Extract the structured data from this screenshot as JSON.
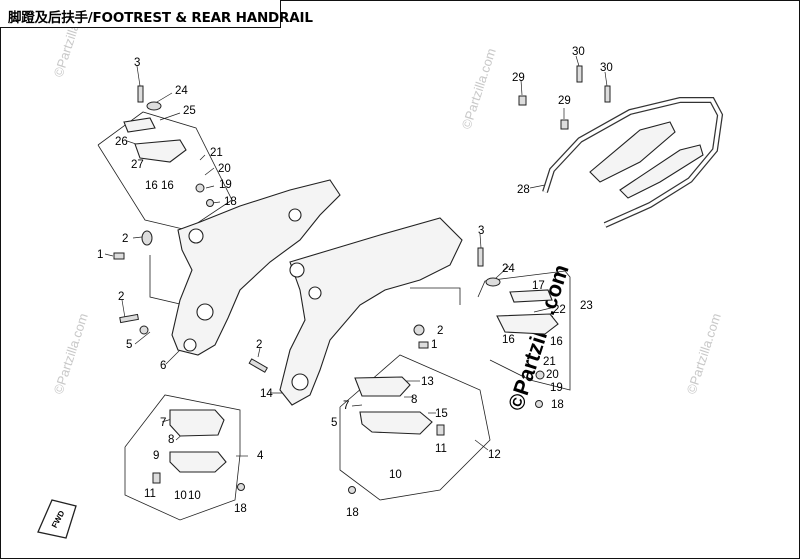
{
  "title": "脚蹬及后扶手/FOOTREST & REAR HANDRAIL",
  "watermark": "©Partzilla.com",
  "fwd_label": "FWD",
  "callouts": [
    {
      "id": "c-3a",
      "label": "3"
    },
    {
      "id": "c-24a",
      "label": "24"
    },
    {
      "id": "c-25",
      "label": "25"
    },
    {
      "id": "c-26",
      "label": "26"
    },
    {
      "id": "c-21a",
      "label": "21"
    },
    {
      "id": "c-20a",
      "label": "20"
    },
    {
      "id": "c-27",
      "label": "27"
    },
    {
      "id": "c-16a",
      "label": "16"
    },
    {
      "id": "c-16b",
      "label": "16"
    },
    {
      "id": "c-19a",
      "label": "19"
    },
    {
      "id": "c-18a",
      "label": "18"
    },
    {
      "id": "c-2a",
      "label": "2"
    },
    {
      "id": "c-1a",
      "label": "1"
    },
    {
      "id": "c-2b",
      "label": "2"
    },
    {
      "id": "c-5a",
      "label": "5"
    },
    {
      "id": "c-6",
      "label": "6"
    },
    {
      "id": "c-7a",
      "label": "7"
    },
    {
      "id": "c-8a",
      "label": "8"
    },
    {
      "id": "c-9",
      "label": "9"
    },
    {
      "id": "c-4",
      "label": "4"
    },
    {
      "id": "c-11a",
      "label": "11"
    },
    {
      "id": "c-10a",
      "label": "10"
    },
    {
      "id": "c-10b",
      "label": "10"
    },
    {
      "id": "c-18b",
      "label": "18"
    },
    {
      "id": "c-2c",
      "label": "2"
    },
    {
      "id": "c-14",
      "label": "14"
    },
    {
      "id": "c-7b",
      "label": "7"
    },
    {
      "id": "c-5b",
      "label": "5"
    },
    {
      "id": "c-13",
      "label": "13"
    },
    {
      "id": "c-8b",
      "label": "8"
    },
    {
      "id": "c-15",
      "label": "15"
    },
    {
      "id": "c-11b",
      "label": "11"
    },
    {
      "id": "c-12",
      "label": "12"
    },
    {
      "id": "c-10c",
      "label": "10"
    },
    {
      "id": "c-18c",
      "label": "18"
    },
    {
      "id": "c-2d",
      "label": "2"
    },
    {
      "id": "c-1b",
      "label": "1"
    },
    {
      "id": "c-3b",
      "label": "3"
    },
    {
      "id": "c-24b",
      "label": "24"
    },
    {
      "id": "c-17",
      "label": "17"
    },
    {
      "id": "c-23",
      "label": "23"
    },
    {
      "id": "c-22",
      "label": "22"
    },
    {
      "id": "c-16c",
      "label": "16"
    },
    {
      "id": "c-16d",
      "label": "16"
    },
    {
      "id": "c-21b",
      "label": "21"
    },
    {
      "id": "c-20b",
      "label": "20"
    },
    {
      "id": "c-19b",
      "label": "19"
    },
    {
      "id": "c-18d",
      "label": "18"
    },
    {
      "id": "c-29a",
      "label": "29"
    },
    {
      "id": "c-30a",
      "label": "30"
    },
    {
      "id": "c-30b",
      "label": "30"
    },
    {
      "id": "c-29b",
      "label": "29"
    },
    {
      "id": "c-28",
      "label": "28"
    }
  ]
}
